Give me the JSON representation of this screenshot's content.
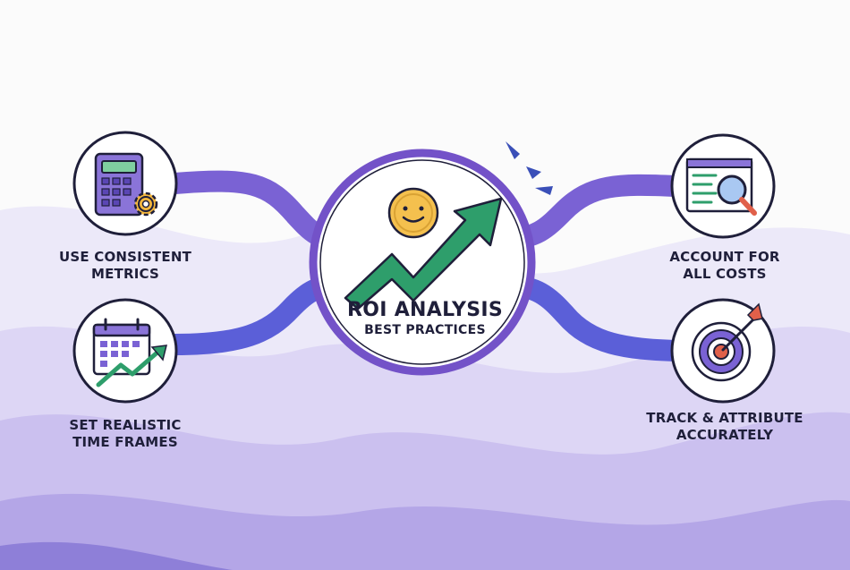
{
  "center": {
    "title": "ROI ANALYSIS",
    "subtitle": "BEST PRACTICES",
    "icon": "rising-arrow-with-coin-icon"
  },
  "practices": [
    {
      "line1": "USE CONSISTENT",
      "line2": "METRICS",
      "icon": "calculator-gear-icon"
    },
    {
      "line1": "SET REALISTIC",
      "line2": "TIME FRAMES",
      "icon": "calendar-growth-icon"
    },
    {
      "line1": "ACCOUNT FOR",
      "line2": "ALL COSTS",
      "icon": "spreadsheet-magnifier-icon"
    },
    {
      "line1": "TRACK & ATTRIBUTE",
      "line2": "ACCURATELY",
      "icon": "target-arrow-icon"
    }
  ],
  "colors": {
    "background": "#fbfbfb",
    "wave_light": "#e9e6f8",
    "wave_mid": "#cfc7f0",
    "wave_dark": "#a99ae0",
    "connector_purple": "#7a62d4",
    "connector_blue": "#5b5fd8",
    "ring": "#7352c8",
    "arrow_green": "#2e9e6b",
    "coin": "#f4c04e",
    "outline": "#1f1f3a"
  }
}
